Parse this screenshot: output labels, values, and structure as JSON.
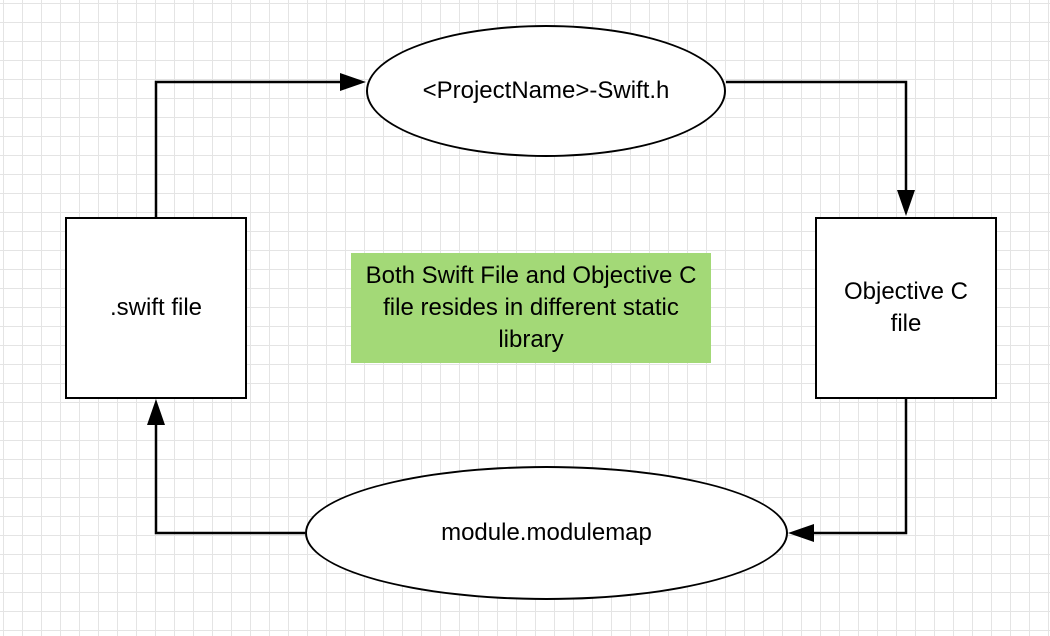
{
  "diagram": {
    "nodes": {
      "header": {
        "label": "<ProjectName>-Swift.h",
        "shape": "ellipse"
      },
      "swift_file": {
        "label": ".swift file",
        "shape": "rectangle"
      },
      "objc_file": {
        "label": "Objective C file",
        "shape": "rectangle"
      },
      "modulemap": {
        "label": "module.modulemap",
        "shape": "ellipse"
      }
    },
    "note": {
      "label": "Both Swift File and Objective C file resides in different static library",
      "fill_color": "#a3d977"
    },
    "edges": [
      {
        "from": "swift_file",
        "to": "header"
      },
      {
        "from": "header",
        "to": "objc_file"
      },
      {
        "from": "objc_file",
        "to": "modulemap"
      },
      {
        "from": "modulemap",
        "to": "swift_file"
      }
    ],
    "colors": {
      "stroke": "#000000",
      "grid": "#e4e4e4",
      "background": "#ffffff"
    }
  }
}
